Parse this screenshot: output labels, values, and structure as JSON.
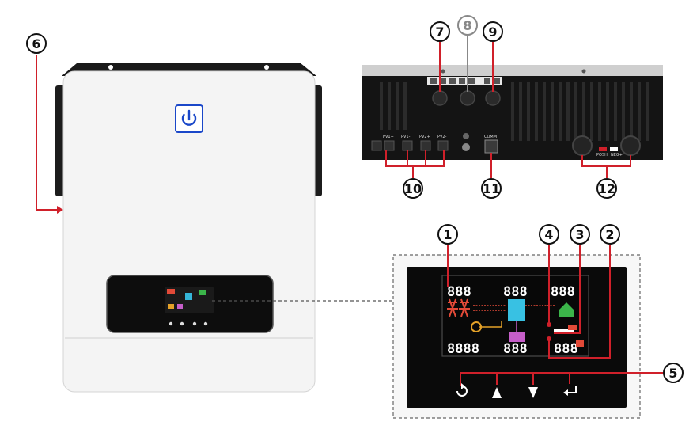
{
  "callouts": {
    "c1": "1",
    "c2": "2",
    "c3": "3",
    "c4": "4",
    "c5": "5",
    "c6": "6",
    "c7": "7",
    "c8": "8",
    "c9": "9",
    "c10": "10",
    "c11": "11",
    "c12": "12"
  },
  "rear_panel": {
    "pv_labels": [
      "PV1+",
      "PV1-",
      "PV2+",
      "PV2-"
    ],
    "comm_label": "COMM",
    "batt_labels": [
      "POSH",
      "NEG+"
    ]
  },
  "display": {
    "readouts": [
      "888",
      "888",
      "888",
      "8888",
      "888",
      "888"
    ]
  },
  "colors": {
    "callout_line": "#d0202a",
    "callout_ring": "#111111",
    "power_button": "#1a47c9",
    "housing": "#f3f3f3",
    "screen": "#0a0a0a"
  },
  "icons": {
    "power": "power-icon",
    "keys": [
      "refresh-icon",
      "up-arrow-icon",
      "down-arrow-icon",
      "enter-icon"
    ]
  }
}
